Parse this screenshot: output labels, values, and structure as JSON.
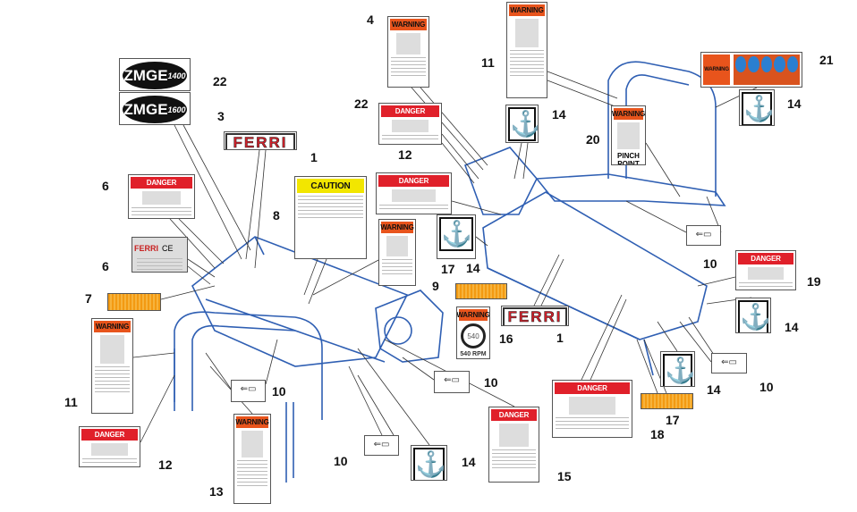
{
  "decals": [
    {
      "number": "22",
      "type": "logo",
      "text": "ZMGE",
      "model": "1400"
    },
    {
      "number": "3",
      "type": "logo",
      "text": "ZMGE",
      "model": "1600"
    },
    {
      "number": "1",
      "type": "ferri",
      "text": "FERRI"
    },
    {
      "number": "6",
      "type": "danger",
      "header": "DANGER"
    },
    {
      "number": "6",
      "type": "plate",
      "text": "FERRI",
      "mark": "CE"
    },
    {
      "number": "7",
      "type": "reflector"
    },
    {
      "number": "8",
      "type": "caution",
      "header": "CAUTION"
    },
    {
      "number": "4",
      "type": "warning",
      "header": "WARNING"
    },
    {
      "number": "11",
      "type": "warning",
      "header": "WARNING"
    },
    {
      "number": "22",
      "type": "danger",
      "header": "DANGER"
    },
    {
      "number": "12",
      "type": "danger",
      "header": "DANGER"
    },
    {
      "number": "9",
      "type": "warning",
      "header": "WARNING"
    },
    {
      "number": "14",
      "type": "hook"
    },
    {
      "number": "14",
      "type": "hook"
    },
    {
      "number": "17",
      "type": "reflector"
    },
    {
      "number": "16",
      "type": "rpm",
      "header": "WARNING",
      "speed": "540",
      "text": "540 RPM"
    },
    {
      "number": "1",
      "type": "ferri",
      "text": "FERRI"
    },
    {
      "number": "20",
      "type": "pinch",
      "header": "WARNING",
      "text": "PINCH POINT"
    },
    {
      "number": "21",
      "type": "ppe",
      "header": "WARNING"
    },
    {
      "number": "14",
      "type": "hook"
    },
    {
      "number": "10",
      "type": "small"
    },
    {
      "number": "19",
      "type": "danger",
      "header": "DANGER"
    },
    {
      "number": "14",
      "type": "hook"
    },
    {
      "number": "10",
      "type": "small"
    },
    {
      "number": "14",
      "type": "hook"
    },
    {
      "number": "17",
      "type": "reflector"
    },
    {
      "number": "18",
      "type": "danger",
      "header": "DANGER"
    },
    {
      "number": "15",
      "type": "danger",
      "header": "DANGER"
    },
    {
      "number": "14",
      "type": "hook"
    },
    {
      "number": "10",
      "type": "small"
    },
    {
      "number": "10",
      "type": "small"
    },
    {
      "number": "10",
      "type": "small"
    },
    {
      "number": "11",
      "type": "warning",
      "header": "WARNING"
    },
    {
      "number": "12",
      "type": "danger",
      "header": "DANGER"
    },
    {
      "number": "13",
      "type": "warning",
      "header": "WARNING"
    }
  ],
  "colors": {
    "machine_line": "#2f5fb3",
    "warning": "#e8541c",
    "danger": "#e0202a",
    "caution": "#f2e600",
    "reflector": "#f39a12"
  }
}
